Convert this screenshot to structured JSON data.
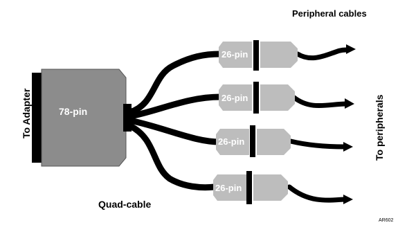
{
  "diagram": {
    "title_peripheral": "Peripheral cables",
    "label_adapter": "To Adapter",
    "label_peripherals": "To peripherals",
    "label_quadcable": "Quad-cable",
    "main_connector_label": "78-pin",
    "connector_labels": [
      "26-pin",
      "26-pin",
      "26-pin",
      "26-pin"
    ],
    "figure_code": "AR602"
  }
}
